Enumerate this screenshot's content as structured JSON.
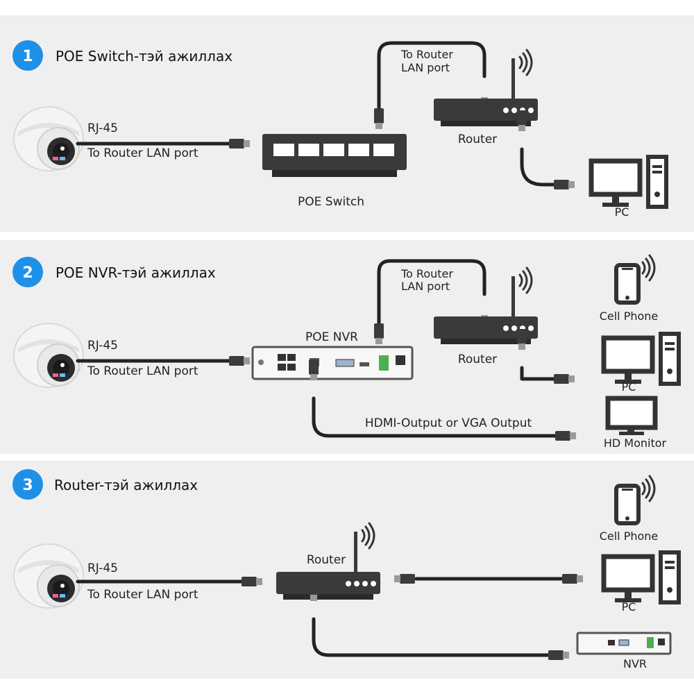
{
  "sections": [
    {
      "number": "1",
      "heading": "POE Switch-тэй ажиллах",
      "labels": {
        "rj45": "RJ-45",
        "cam_port": "To Router LAN port",
        "uplink_1": "To Router",
        "uplink_2": "LAN port",
        "router": "Router",
        "switch": "POE Switch",
        "pc": "PC"
      }
    },
    {
      "number": "2",
      "heading": "POE NVR-тэй ажиллах",
      "labels": {
        "rj45": "RJ-45",
        "cam_port": "To Router LAN port",
        "uplink_1": "To Router",
        "uplink_2": "LAN port",
        "nvr": "POE NVR",
        "router": "Router",
        "phone": "Cell Phone",
        "pc": "PC",
        "hdmi": "HDMI-Output or VGA Output",
        "monitor": "HD Monitor"
      }
    },
    {
      "number": "3",
      "heading": "Router-тэй ажиллах",
      "labels": {
        "rj45": "RJ-45",
        "cam_port": "To Router LAN port",
        "router": "Router",
        "phone": "Cell Phone",
        "pc": "PC",
        "nvr": "NVR"
      }
    }
  ],
  "colors": {
    "badge": "#1e90e8",
    "panel": "#efefef",
    "device": "#3a3a3a"
  }
}
